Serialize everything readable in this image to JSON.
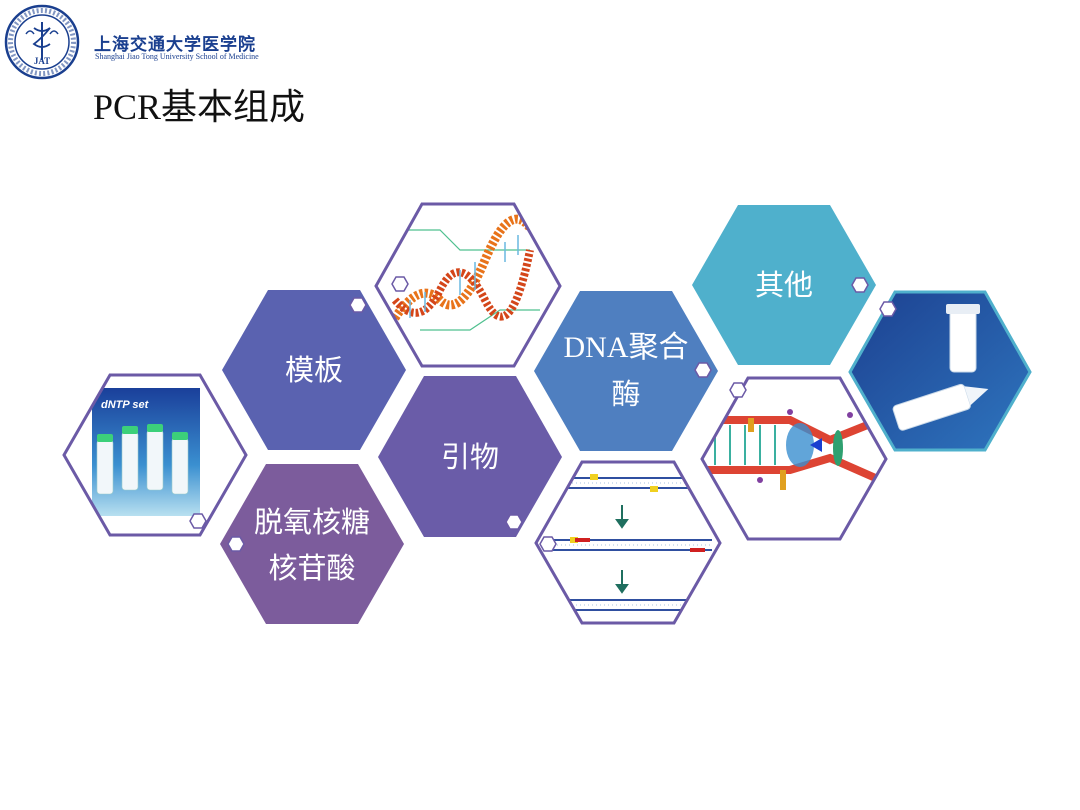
{
  "header": {
    "school_name_cn": "上海交通大学医学院",
    "school_name_en": "Shanghai Jiao Tong University School of Medicine",
    "seal_letters": "JAT"
  },
  "title": "PCR基本组成",
  "labels": {
    "template": "模板",
    "primer": "引物",
    "dntp_line1": "脱氧核糖",
    "dntp_line2": "核苷酸",
    "polymerase_line1": "DNA聚合",
    "polymerase_line2": "酶",
    "other": "其他"
  },
  "images": {
    "dntp_set_caption": "dNTP set"
  },
  "colors": {
    "template_hex": "#5a62b0",
    "primer_hex": "#6a5ca8",
    "dntp_hex": "#7c5c9c",
    "polymerase_hex": "#4f7fc0",
    "other_hex": "#4fb0cc",
    "image_hex_border": "#6b5aa6",
    "title_color": "#111111",
    "logo_blue": "#1a3f8f"
  }
}
